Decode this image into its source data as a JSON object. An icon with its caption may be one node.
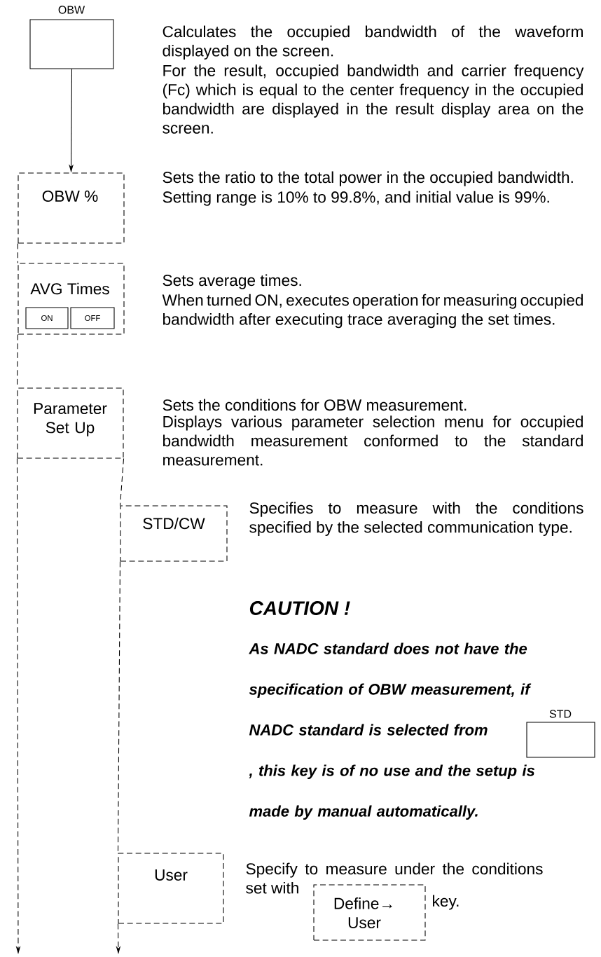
{
  "diagram": {
    "nodes": [
      {
        "text": [
          "OBW"
        ],
        "beside": [
          "Calculates the occupied bandwidth of the waveform displayed on the screen.",
          "For the result, occupied bandwidth and carrier frequency (Fc) which is equal to the center frequency in the occupied bandwidth are displayed in the result display area on the screen."
        ]
      },
      {
        "text": [
          "OBW %"
        ],
        "beside": [
          "Sets the ratio to the total power in the occupied bandwidth.",
          "Setting range is 10% to 99.8%, and initial value is 99%."
        ]
      },
      {
        "text": [
          "AVG Times"
        ],
        "beside": [
          "Sets average times.",
          "When turned ON, executes operation for measuring occupied bandwidth after executing trace averaging the set times."
        ]
      },
      {
        "text": [
          "ON"
        ],
        "in": 2
      },
      {
        "text": [
          "OFF"
        ],
        "in": 2
      },
      {
        "text": [
          "Parameter Set Up"
        ],
        "beside": [
          "Sets the conditions for OBW measurement.",
          "Displays various parameter selection menu for occupied bandwidth measurement conformed to the standard measurement."
        ]
      },
      {
        "text": [
          "STD/CW"
        ],
        "beside": [
          "Specifies to measure with the conditions specified by the selected communication type."
        ]
      },
      {
        "text": [
          "User"
        ],
        "beside": [
          "Specify to measure under the conditions set with",
          "key."
        ]
      },
      {
        "text": [
          "STD"
        ]
      },
      {
        "text": [
          "Define→ User"
        ]
      }
    ],
    "edges": [
      {
        "from": 0,
        "to": 1,
        "arrow": "to"
      },
      {
        "from": 1,
        "to": 2,
        "arrow": "none",
        "style": "dashed"
      },
      {
        "from": 2,
        "to": 5,
        "arrow": "none",
        "style": "dashed"
      },
      {
        "from": 5,
        "to": null,
        "arrow": "to",
        "style": "dashed"
      },
      {
        "from": 5,
        "to": 6,
        "arrow": "none",
        "style": "dashed"
      },
      {
        "from": 6,
        "to": 7,
        "arrow": "none",
        "style": "dashed"
      },
      {
        "from": 7,
        "to": null,
        "arrow": "to",
        "style": "dashed"
      }
    ],
    "labels": [
      "CAUTION !",
      "As NADC standard does not have the specification of OBW measurement, if NADC standard is selected from",
      ", this key is of no use and the setup is made by manual automatically."
    ]
  }
}
